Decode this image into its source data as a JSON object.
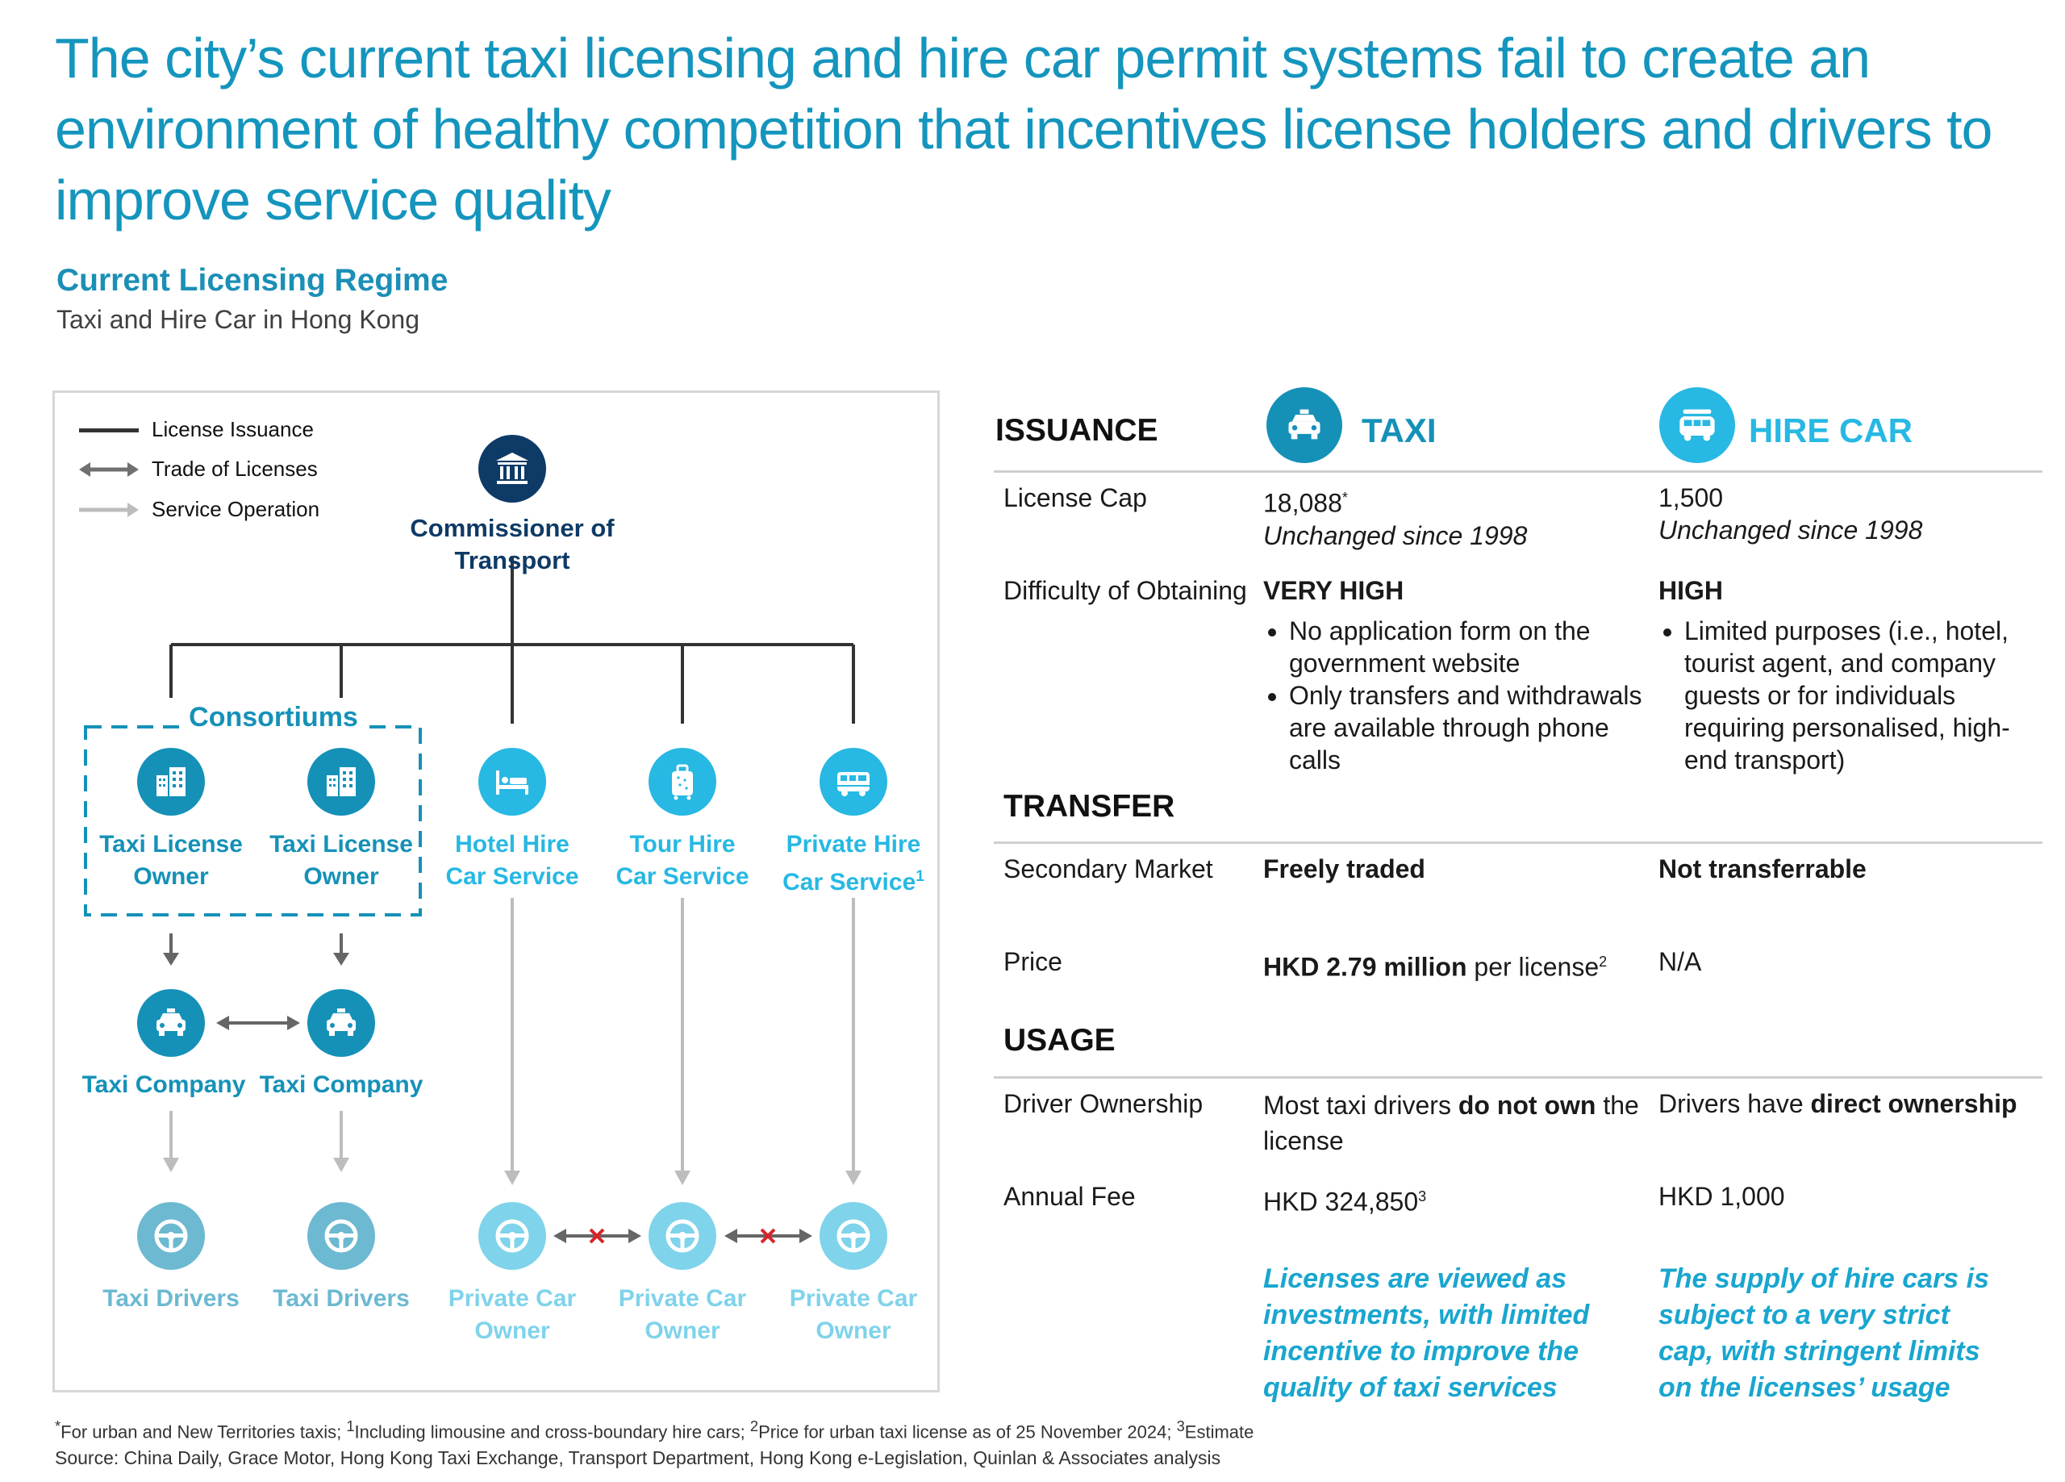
{
  "headline": "The city’s current taxi licensing and hire car permit systems fail to create an environment of healthy competition that incentives license holders and drivers to improve service quality",
  "section": {
    "title": "Current Licensing Regime",
    "subtitle": "Taxi and Hire Car in Hong Kong"
  },
  "legend": {
    "issuance": "License Issuance",
    "trade": "Trade of Licenses",
    "service": "Service Operation"
  },
  "diagram": {
    "root": "Commissioner of Transport",
    "consortium": "Consortiums",
    "owner1": [
      "Taxi License",
      "Owner"
    ],
    "owner2": [
      "Taxi License",
      "Owner"
    ],
    "hotel": [
      "Hotel Hire",
      "Car Service"
    ],
    "tour": [
      "Tour Hire",
      "Car Service"
    ],
    "private": [
      "Private Hire",
      "Car Service",
      "1"
    ],
    "company1": "Taxi Company",
    "company2": "Taxi Company",
    "drivers1": "Taxi Drivers",
    "drivers2": "Taxi Drivers",
    "pco1": [
      "Private Car",
      "Owner"
    ],
    "pco2": [
      "Private Car",
      "Owner"
    ],
    "pco3": [
      "Private Car",
      "Owner"
    ]
  },
  "colors": {
    "accent": "#1495bd",
    "navy": "#0e3a66",
    "teal": "#1591b8",
    "cyan": "#27b8e3",
    "blocked": "#d9232a"
  },
  "table": {
    "issuance": "ISSUANCE",
    "taxi": "TAXI",
    "hire": "HIRE CAR",
    "transfer": "TRANSFER",
    "usage": "USAGE",
    "rows": {
      "cap": {
        "label": "License Cap",
        "taxi_val": "18,088",
        "taxi_sup": "*",
        "taxi_note": "Unchanged since 1998",
        "hire_val": "1,500",
        "hire_note": "Unchanged since 1998"
      },
      "difficulty": {
        "label": "Difficulty of Obtaining",
        "taxi_head": "VERY HIGH",
        "taxi_b1": "No application form on the government website",
        "taxi_b2": "Only transfers and withdrawals are available through phone calls",
        "hire_head": "HIGH",
        "hire_b1": "Limited purposes (i.e., hotel, tourist agent, and company guests or for individuals requiring personalised, high-end transport)"
      },
      "market": {
        "label": "Secondary Market",
        "taxi": "Freely traded",
        "hire": "Not transferrable"
      },
      "price": {
        "label": "Price",
        "taxi_bold": "HKD 2.79 million",
        "taxi_rest": " per license",
        "taxi_sup": "2",
        "hire": "N/A"
      },
      "ownership": {
        "label": "Driver Ownership",
        "taxi_pre": "Most taxi drivers ",
        "taxi_bold": "do not own",
        "taxi_post": " the license",
        "hire_pre": "Drivers have ",
        "hire_bold": "direct ownership"
      },
      "fee": {
        "label": "Annual Fee",
        "taxi": "HKD 324,850",
        "taxi_sup": "3",
        "hire": "HKD 1,000"
      }
    },
    "conclusion_taxi": "Licenses are viewed as investments, with limited incentive to improve the quality of taxi services",
    "conclusion_hire": "The supply of hire cars is subject to a very strict cap, with stringent limits on the licenses’ usage"
  },
  "footnotes": {
    "f_star": "*",
    "f_star_text": "For urban and New Territories taxis; ",
    "f1": "1",
    "f1_text": "Including limousine and cross-boundary hire cars; ",
    "f2": "2",
    "f2_text": "Price for urban taxi license as of 25 November 2024; ",
    "f3": "3",
    "f3_text": "Estimate",
    "source": "Source: China Daily, Grace Motor, Hong Kong Taxi Exchange, Transport Department, Hong Kong e-Legislation, Quinlan & Associates analysis"
  }
}
